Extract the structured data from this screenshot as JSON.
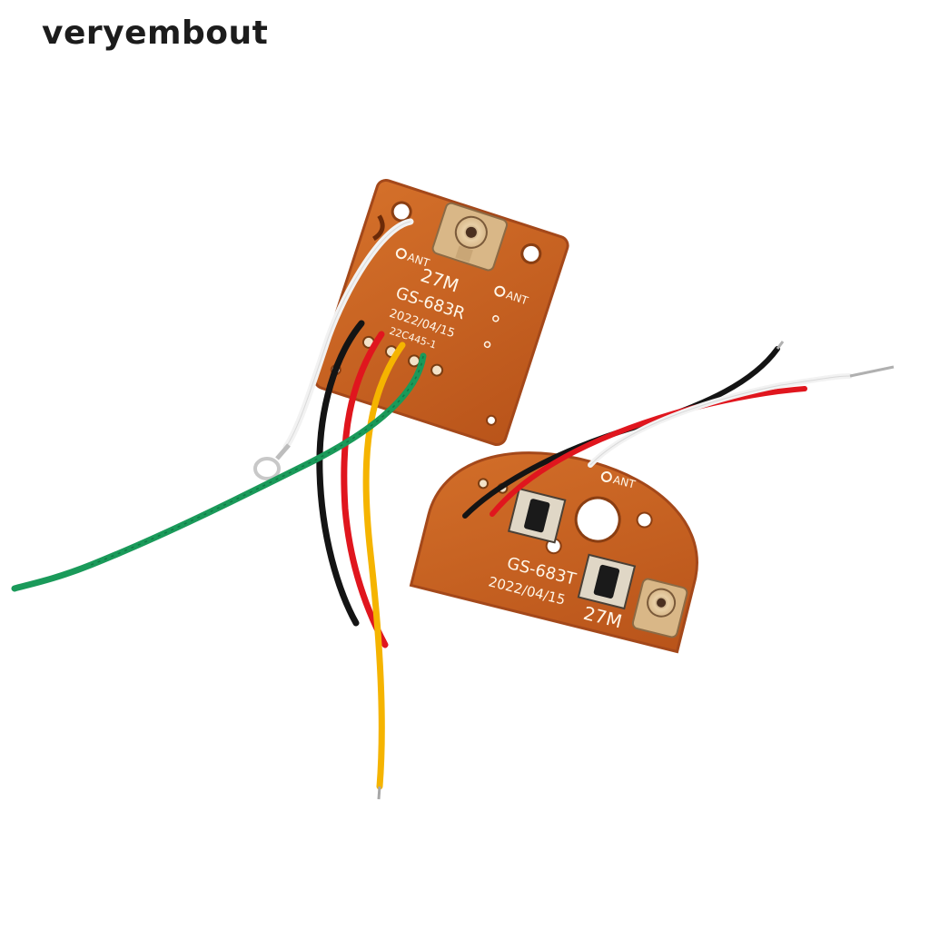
{
  "watermark": "veryembout",
  "receiver": {
    "freq": "27M",
    "model": "GS-683R",
    "date": "2022/04/15",
    "code": "22C445-1",
    "ant_label": "ANT"
  },
  "transmitter": {
    "model": "GS-683T",
    "date": "2022/04/15",
    "freq": "27M",
    "ant_label": "ANT"
  },
  "colors": {
    "pcb": "#c8621c",
    "wire_white": "#f2f2f2",
    "wire_black": "#141414",
    "wire_red": "#e0161e",
    "wire_yellow": "#f5b400",
    "wire_green": "#1a9a5a"
  }
}
